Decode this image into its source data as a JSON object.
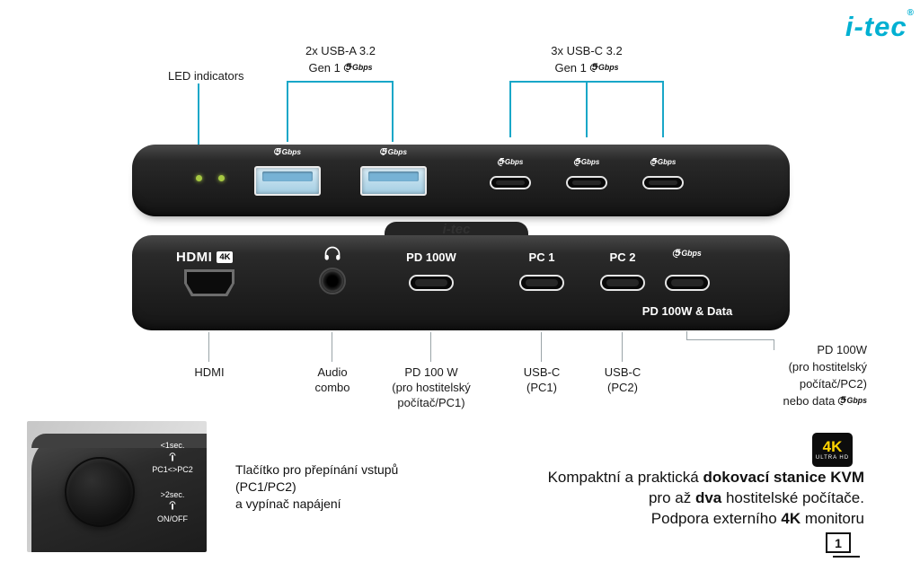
{
  "brand": {
    "logo": "i-tec",
    "registered": "®"
  },
  "speed": {
    "five": "5",
    "unit": "Gbps"
  },
  "front": {
    "led_label": "LED indicators",
    "usba_label_line1": "2x USB-A 3.2",
    "usba_label_line2": "Gen 1",
    "usbc_label_line1": "3x USB-C 3.2",
    "usbc_label_line2": "Gen 1"
  },
  "back": {
    "hdmi_label": "HDMI",
    "hdmi_badge": "4K",
    "pd_label": "PD 100W",
    "pc1_label": "PC 1",
    "pc2_label": "PC 2",
    "pd_data_label": "PD 100W & Data"
  },
  "callouts": {
    "hdmi": "HDMI",
    "audio_line1": "Audio",
    "audio_line2": "combo",
    "pd_line1": "PD 100 W",
    "pd_line2": "(pro hostitelský",
    "pd_line3": "počítač/PC1)",
    "usbc1_line1": "USB-C",
    "usbc1_line2": "(PC1)",
    "usbc2_line1": "USB-C",
    "usbc2_line2": "(PC2)",
    "right_line1": "PD 100W",
    "right_line2": "(pro hostitelský",
    "right_line3": "počítač/PC2)",
    "right_line4": "nebo data"
  },
  "button_photo": {
    "short_press": "<1sec.",
    "short_action": "PC1<>PC2",
    "long_press": ">2sec.",
    "long_action": "ON/OFF"
  },
  "button_text": {
    "line1": "Tlačítko pro přepínání vstupů",
    "line2": "(PC1/PC2)",
    "line3": "a vypínač napájení"
  },
  "marketing": {
    "badge_4k": "4K",
    "badge_sub": "ULTRA HD",
    "l1_a": "Kompaktní a praktická ",
    "l1_b": "dokovací stanice KVM",
    "l2_a": "pro až ",
    "l2_b": "dva",
    "l2_c": " hostitelské počítače.",
    "l3_a": "Podpora externího ",
    "l3_b": "4K",
    "l3_c": " monitoru",
    "page": "1"
  },
  "colors": {
    "accent_teal": "#19a7c8",
    "brand_teal": "#00b0d2",
    "led_green": "#a6c842",
    "badge_yellow": "#ffd400"
  }
}
